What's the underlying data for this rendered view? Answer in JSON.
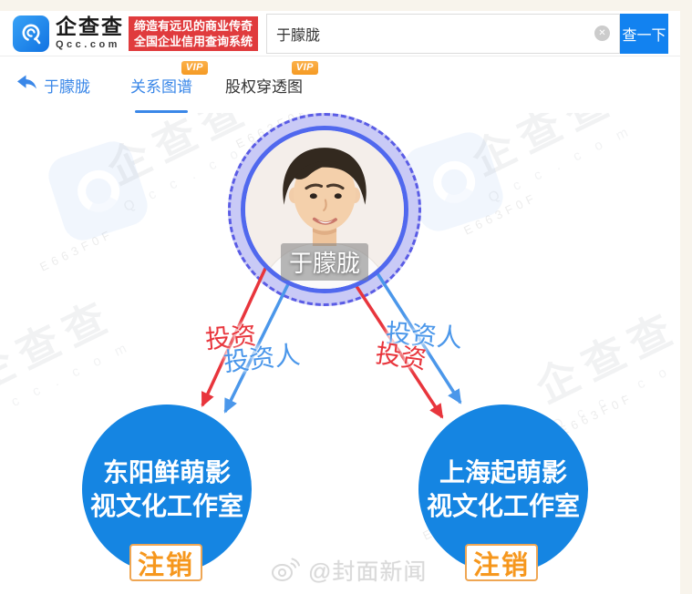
{
  "header": {
    "logo": {
      "brand": "企查查",
      "domain": "Qcc.com"
    },
    "slogan": {
      "line1": "缔造有远见的商业传奇",
      "line2": "全国企业信用查询系统"
    },
    "search": {
      "value": "于朦胧",
      "clear_icon": "✕",
      "submit_label": "查一下"
    }
  },
  "nav": {
    "back": {
      "label": "于朦胧"
    },
    "tabs": [
      {
        "label": "关系图谱",
        "badge": "VIP",
        "active": true
      },
      {
        "label": "股权穿透图",
        "badge": "VIP",
        "active": false
      }
    ]
  },
  "graph": {
    "person": {
      "name": "于朦胧"
    },
    "edges": [
      {
        "side": "left",
        "label": "投资",
        "color": "#e8353c"
      },
      {
        "side": "left",
        "label": "投资人",
        "color": "#4b97ea"
      },
      {
        "side": "right",
        "label": "投资人",
        "color": "#4b97ea"
      },
      {
        "side": "right",
        "label": "投资",
        "color": "#e8353c"
      }
    ],
    "companies": [
      {
        "line1": "东阳鲜萌影",
        "line2": "视文化工作室",
        "status": "注销"
      },
      {
        "line1": "上海起萌影",
        "line2": "视文化工作室",
        "status": "注销"
      }
    ]
  },
  "watermark": {
    "brand": "企查查",
    "brand_domain": "Q c c . c o m",
    "code": "E663F0F",
    "credit": "@封面新闻"
  },
  "colors": {
    "page_frame": "#f8f4ec",
    "banner_red": "#e03b3d",
    "accent_blue": "#3a87e8",
    "button_blue": "#1282f0",
    "node_blue": "#1585e2",
    "edge_red": "#e8353c",
    "edge_blue": "#4b97ea",
    "avatar_ring": "#5068ee",
    "avatar_halo": "#c9caf6",
    "status_orange": "#f6971d",
    "vip_orange": "#f59a23"
  }
}
